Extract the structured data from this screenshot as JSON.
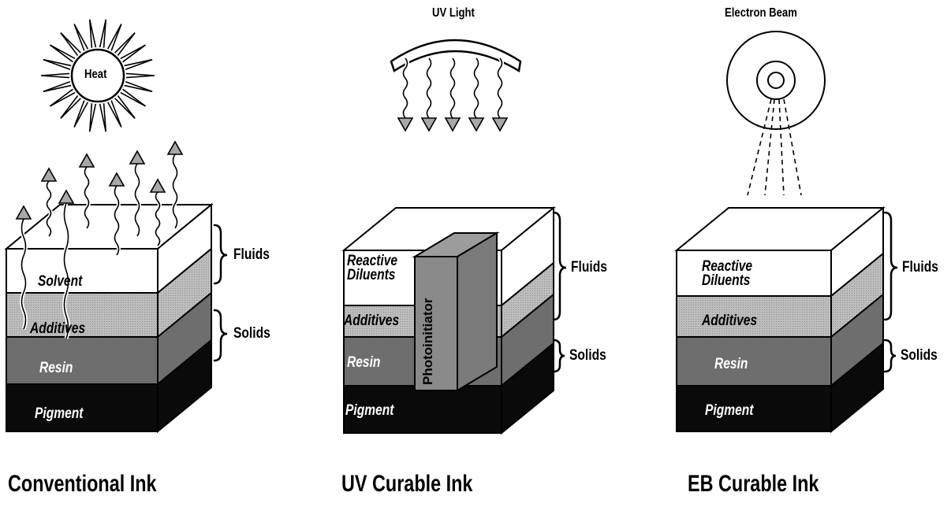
{
  "colors": {
    "fluids_layer": "#ffffff",
    "additives_layer": "#bcbcbc",
    "resin_layer": "#6e6e6e",
    "pigment_layer": "#0a0a0a",
    "photoinitiator": "#8a8a8a",
    "outline": "#000000"
  },
  "panels": [
    {
      "id": "conventional",
      "source": "Heat",
      "title": "Conventional Ink",
      "layers": [
        "Solvent",
        "Additives",
        "Resin",
        "Pigment"
      ],
      "brackets": [
        "Fluids",
        "Solids"
      ]
    },
    {
      "id": "uv",
      "source": "UV Light",
      "title": "UV Curable Ink",
      "layers": [
        "Reactive Diluents",
        "Additives",
        "Resin",
        "Pigment"
      ],
      "photoinitiator": "Photoinitiator",
      "brackets": [
        "Fluids",
        "Solids"
      ]
    },
    {
      "id": "eb",
      "source": "Electron Beam",
      "title": "EB Curable Ink",
      "layers": [
        "Reactive Diluents",
        "Additives",
        "Resin",
        "Pigment"
      ],
      "brackets": [
        "Fluids",
        "Solids"
      ]
    }
  ]
}
